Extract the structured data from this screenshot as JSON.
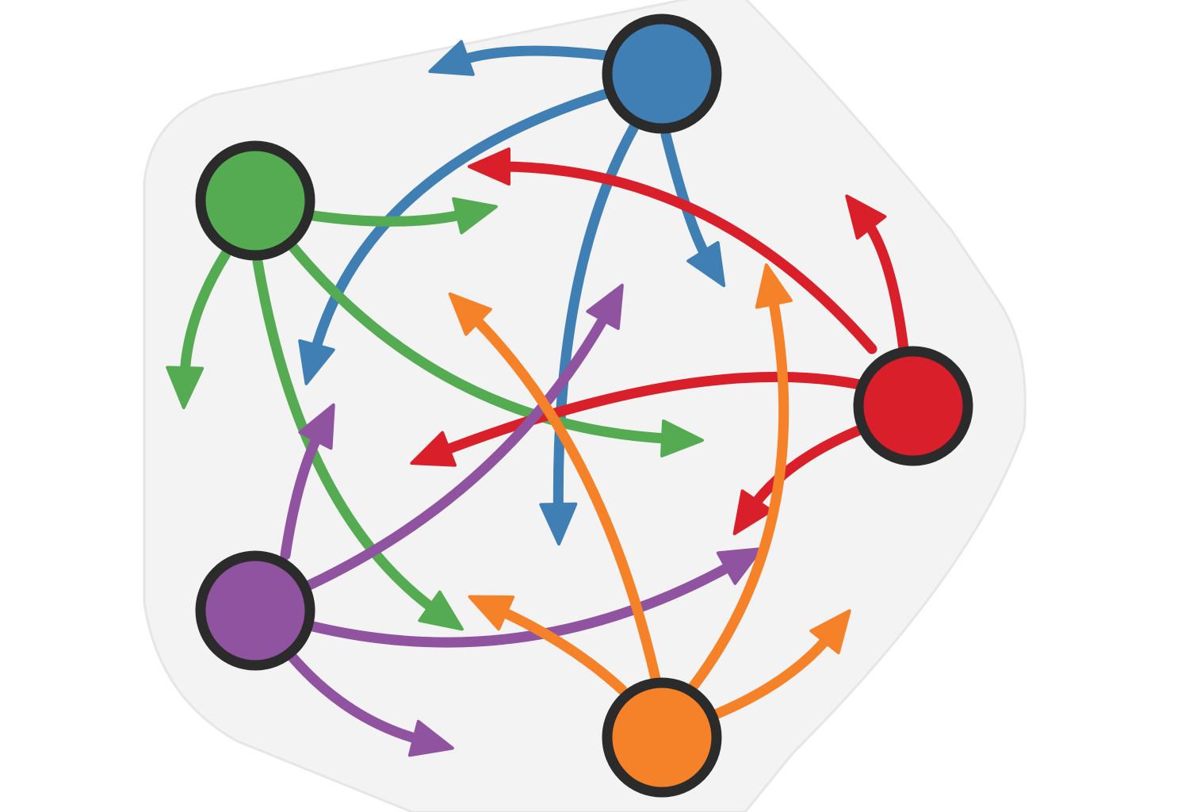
{
  "colors": {
    "background": "#ffffff",
    "region_fill": "#f3f3f3",
    "region_stroke": "#e6e6e6",
    "node_outline": "#2b2b2b",
    "blue": "#3f7fb3",
    "green": "#55ab52",
    "red": "#d81f2a",
    "purple": "#8f53a0",
    "orange": "#f58228"
  },
  "nodes": [
    {
      "id": "blue",
      "color": "#3f7fb3"
    },
    {
      "id": "green",
      "color": "#55ab52"
    },
    {
      "id": "red",
      "color": "#d81f2a"
    },
    {
      "id": "purple",
      "color": "#8f53a0"
    },
    {
      "id": "orange",
      "color": "#f58228"
    }
  ],
  "edges": [
    {
      "source": "blue",
      "color": "#3f7fb3"
    },
    {
      "source": "blue",
      "color": "#3f7fb3"
    },
    {
      "source": "blue",
      "color": "#3f7fb3"
    },
    {
      "source": "blue",
      "color": "#3f7fb3"
    },
    {
      "source": "green",
      "color": "#55ab52"
    },
    {
      "source": "green",
      "color": "#55ab52"
    },
    {
      "source": "green",
      "color": "#55ab52"
    },
    {
      "source": "green",
      "color": "#55ab52"
    },
    {
      "source": "red",
      "color": "#d81f2a"
    },
    {
      "source": "red",
      "color": "#d81f2a"
    },
    {
      "source": "red",
      "color": "#d81f2a"
    },
    {
      "source": "red",
      "color": "#d81f2a"
    },
    {
      "source": "purple",
      "color": "#8f53a0"
    },
    {
      "source": "purple",
      "color": "#8f53a0"
    },
    {
      "source": "purple",
      "color": "#8f53a0"
    },
    {
      "source": "purple",
      "color": "#8f53a0"
    },
    {
      "source": "orange",
      "color": "#f58228"
    },
    {
      "source": "orange",
      "color": "#f58228"
    },
    {
      "source": "orange",
      "color": "#f58228"
    },
    {
      "source": "orange",
      "color": "#f58228"
    },
    {
      "source": "orange",
      "color": "#f58228"
    }
  ]
}
